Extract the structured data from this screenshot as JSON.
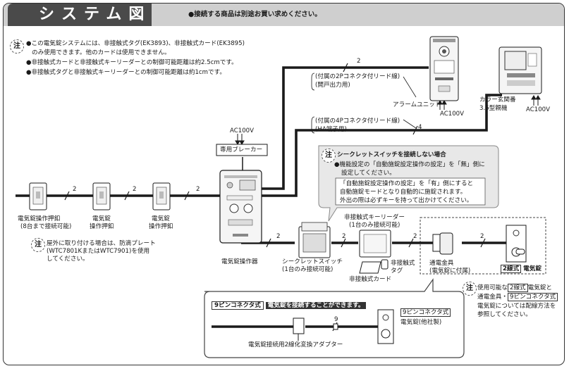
{
  "header": {
    "title": "システム図",
    "note": "●接続する商品は別途お買い求めください。"
  },
  "notes_top": {
    "badge": "注",
    "line1": "●この電気錠システムには、非接触式タグ(EK3893)、非接触式カード(EK3895)",
    "line2": "のみ使用できます。他のカードは使用できません。",
    "line3": "●非接触式カードと非接触式キーリーダーとの制御可能距離は約2.5cmです。",
    "line4": "●非接触式タグと非接触式キーリーダーとの制御可能距離は約1cmです。"
  },
  "wire_labels": {
    "two_a": "2",
    "two_b": "2",
    "two_c": "2",
    "two_d": "2",
    "two_e": "2",
    "two_f": "2",
    "two_g": "2",
    "two_h": "2",
    "four": "4",
    "nine": "9"
  },
  "lead_2p": {
    "line1": "(付属の2Pコネクタ付リード線)",
    "line2": "(開戸出力用)"
  },
  "lead_4p": {
    "line1": "(付属の4Pコネクタ付リード線)",
    "line2": "(HA端子用)"
  },
  "devices": {
    "alarm_unit": "アラームユニット",
    "ac_alarm": "AC100V",
    "color_intercom_1": "カラー玄関番",
    "color_intercom_2": "3.5型親機",
    "ac_intercom": "AC100V",
    "ac_breaker": "AC100V",
    "breaker": "専用ブレーカー",
    "panel": "電気錠操作器",
    "push_1": "電気錠操作押釦",
    "push_1b": "(8台まで接続可能)",
    "push_2a": "電気錠",
    "push_2b": "操作押釦",
    "push_3a": "電気錠",
    "push_3b": "操作押釦",
    "secret_switch": "シークレットスイッチ",
    "secret_switch_b": "(1台のみ接続可能)",
    "keyreader": "非接触式キーリーダー",
    "keyreader_b": "(1台のみ接続可能)",
    "tag": "非接触式",
    "tag_b": "タグ",
    "card": "非接触式カード",
    "power_feed": "通電金具",
    "power_feed_b": "(電気錠に付属)",
    "lock_type": "2線式",
    "lock": "電気錠"
  },
  "outdoor_note": {
    "badge": "注",
    "line1": "屋外に取り付ける場合は、防滴プレート",
    "line2": "(WTC7801KまたはWTC7901)を使用",
    "line3": "してください。"
  },
  "secret_note": {
    "badge": "注",
    "title": "シークレットスイッチを接続しない場合",
    "line1": "●機能設定の「自動施錠設定操作の設定」を「無」側に",
    "line2": "設定してください。",
    "line3": "「自動施錠設定操作の設定」を「有」側にすると",
    "line4": "自動施錠モードとなり自動的に施錠されます。",
    "line5": "外出の際は必ずキーを持って出かけてください。"
  },
  "right_note": {
    "badge": "注",
    "line1a": "使用可能な",
    "line1b": "2線式",
    "line1c": "電気錠と",
    "line2a": "通電金具・",
    "line2b": "9ピンコネクタ式",
    "line3": "電気錠については配線方法を",
    "line4": "参照してください。"
  },
  "adapter": {
    "tag": "9ピンコネクタ式",
    "text": "電気錠を接続することができます。",
    "lock_tag": "9ピンコネクタ式",
    "lock": "電気錠(他社製)",
    "caption": "電気錠接続用2線化変換アダプター"
  },
  "colors": {
    "line": "#1a1a1a",
    "header_bg": "#cfcfcf",
    "title_bg": "#4a4a4a",
    "note_bg": "#e8e8e8"
  }
}
